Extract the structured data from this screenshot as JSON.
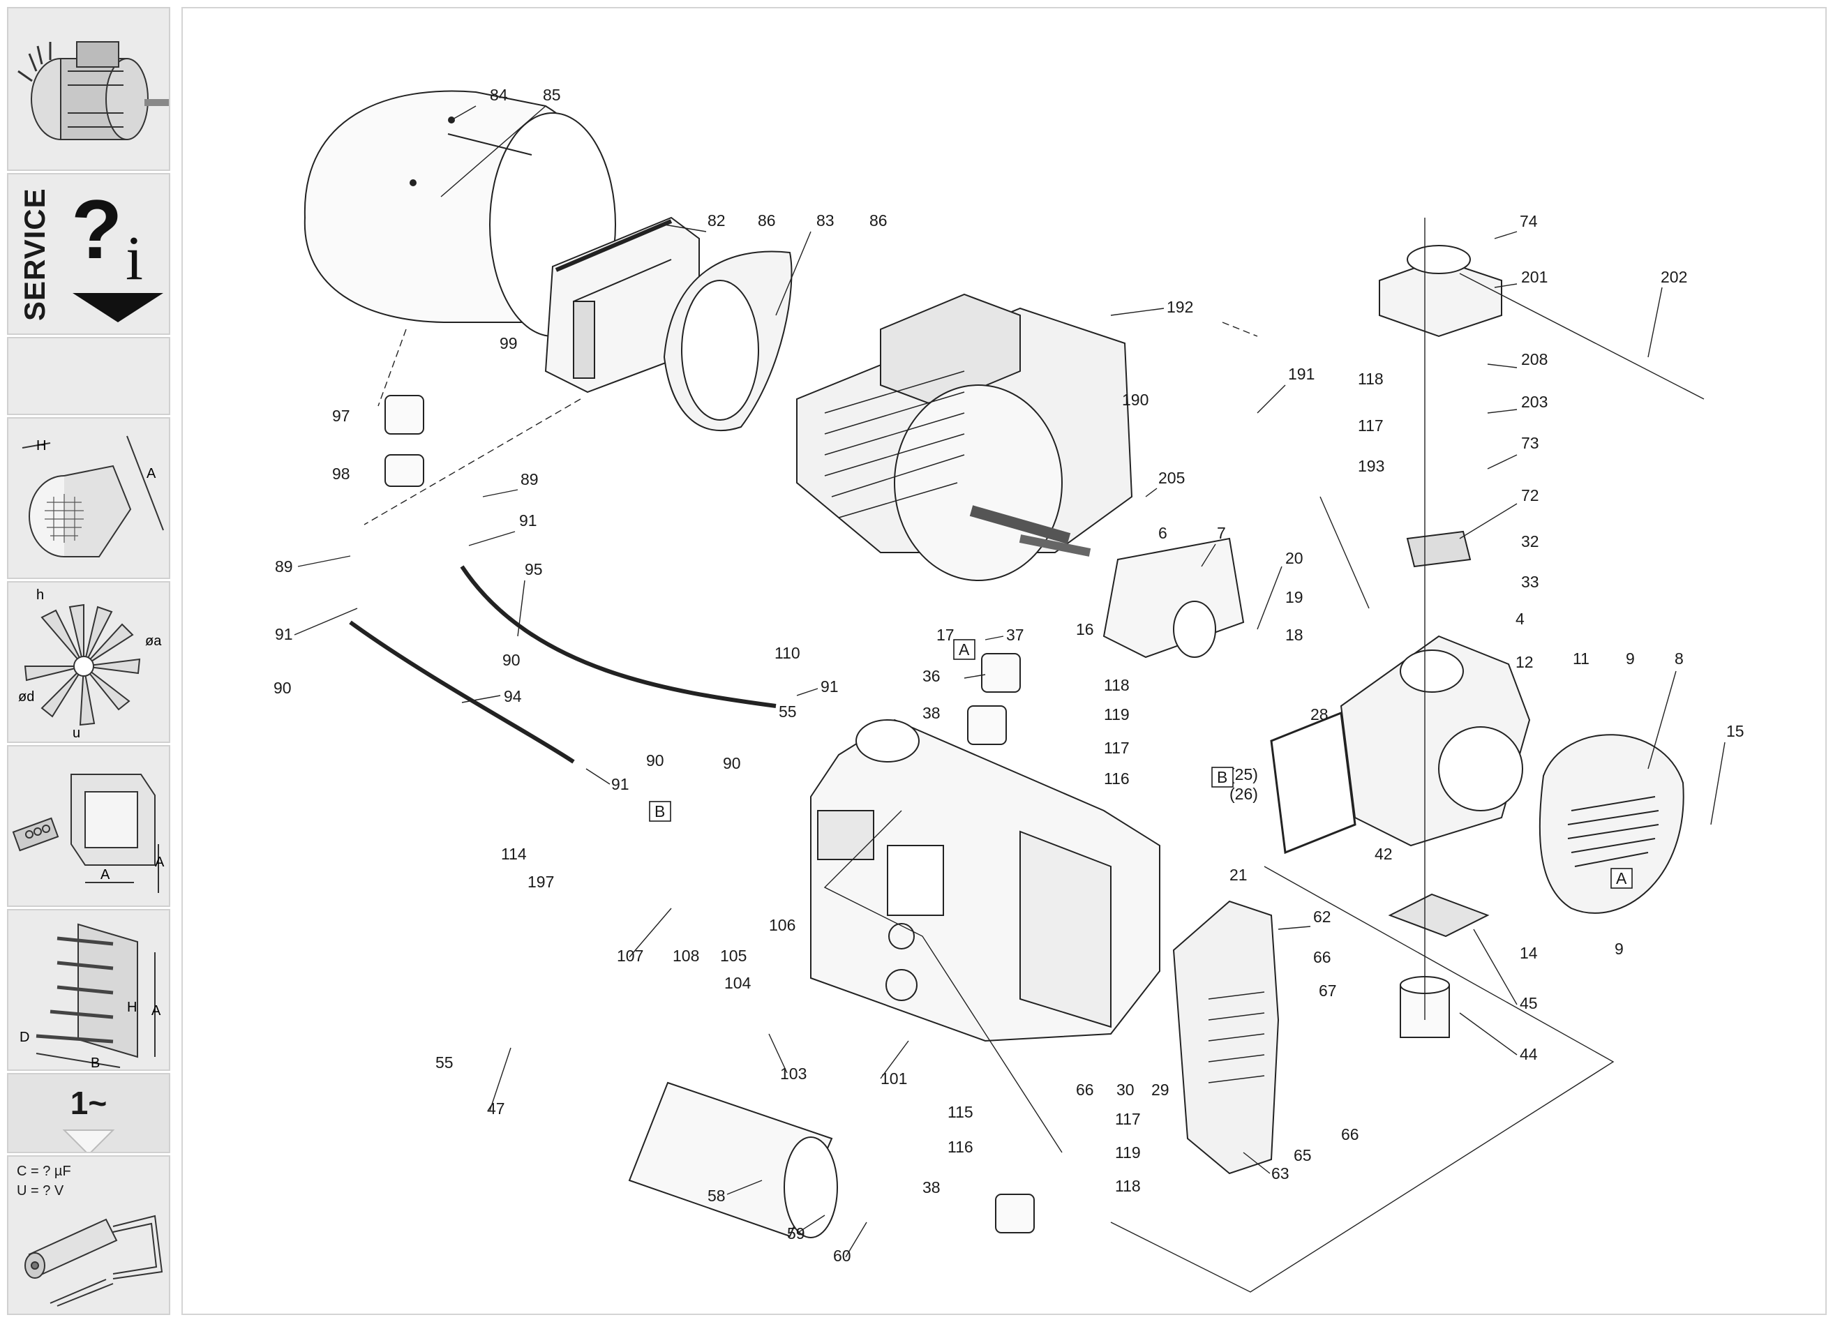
{
  "sidebar": {
    "service_label": "SERVICE",
    "dimension_letters": {
      "motor_cover": [
        "H",
        "A"
      ],
      "fan": [
        "h",
        "øa",
        "ød",
        "u"
      ],
      "terminal_box": [
        "A",
        "A"
      ],
      "terminal_board": [
        "H",
        "A",
        "D",
        "B"
      ]
    },
    "phase_label": "1~",
    "capacitor": {
      "c_label": "C = ? µF",
      "u_label": "U = ? V"
    }
  },
  "callouts": {
    "n84": "84",
    "n85": "85",
    "n82": "82",
    "n86a": "86",
    "n83": "83",
    "n86b": "86",
    "n99": "99",
    "n97": "97",
    "n98": "98",
    "n89a": "89",
    "n89b": "89",
    "n91a": "91",
    "n91b": "91",
    "n91c": "91",
    "n91d": "91",
    "n95": "95",
    "n90a": "90",
    "n90b": "90",
    "n90c": "90",
    "n90d": "90",
    "n94": "94",
    "n114": "114",
    "n197": "197",
    "n107": "107",
    "n108": "108",
    "n105": "105",
    "n106": "106",
    "n104": "104",
    "n103": "103",
    "n55a": "55",
    "n55b": "55",
    "n47": "47",
    "n58": "58",
    "n59": "59",
    "n60": "60",
    "n110": "110",
    "n192": "192",
    "n190": "190",
    "n191": "191",
    "n118a": "118",
    "n117a": "117",
    "n193": "193",
    "n205": "205",
    "n6": "6",
    "n7": "7",
    "n20": "20",
    "n19": "19",
    "n18": "18",
    "n17": "17",
    "n37": "37",
    "n16": "16",
    "n36": "36",
    "n38a": "38",
    "n38b": "38",
    "n118b": "118",
    "n119a": "119",
    "n117b": "117",
    "n116a": "116",
    "n101": "101",
    "n115": "115",
    "n116b": "116",
    "n117c": "117",
    "n119b": "119",
    "n118c": "118",
    "n66a": "66",
    "n30": "30",
    "n29": "29",
    "n25": "(25)",
    "n26": "(26)",
    "n21": "21",
    "n62": "62",
    "n66b": "66",
    "n67": "67",
    "n63": "63",
    "n65": "65",
    "n66c": "66",
    "n74": "74",
    "n201": "201",
    "n202": "202",
    "n208": "208",
    "n203": "203",
    "n73": "73",
    "n72": "72",
    "n32": "32",
    "n33": "33",
    "n4": "4",
    "n12": "12",
    "n11": "11",
    "n9a": "9",
    "n8": "8",
    "n28": "28",
    "n15": "15",
    "n42": "42",
    "n14": "14",
    "n9b": "9",
    "n45": "45",
    "n44": "44"
  },
  "boxes": {
    "a1": "A",
    "a2": "A",
    "b1": "B",
    "b2": "B"
  }
}
